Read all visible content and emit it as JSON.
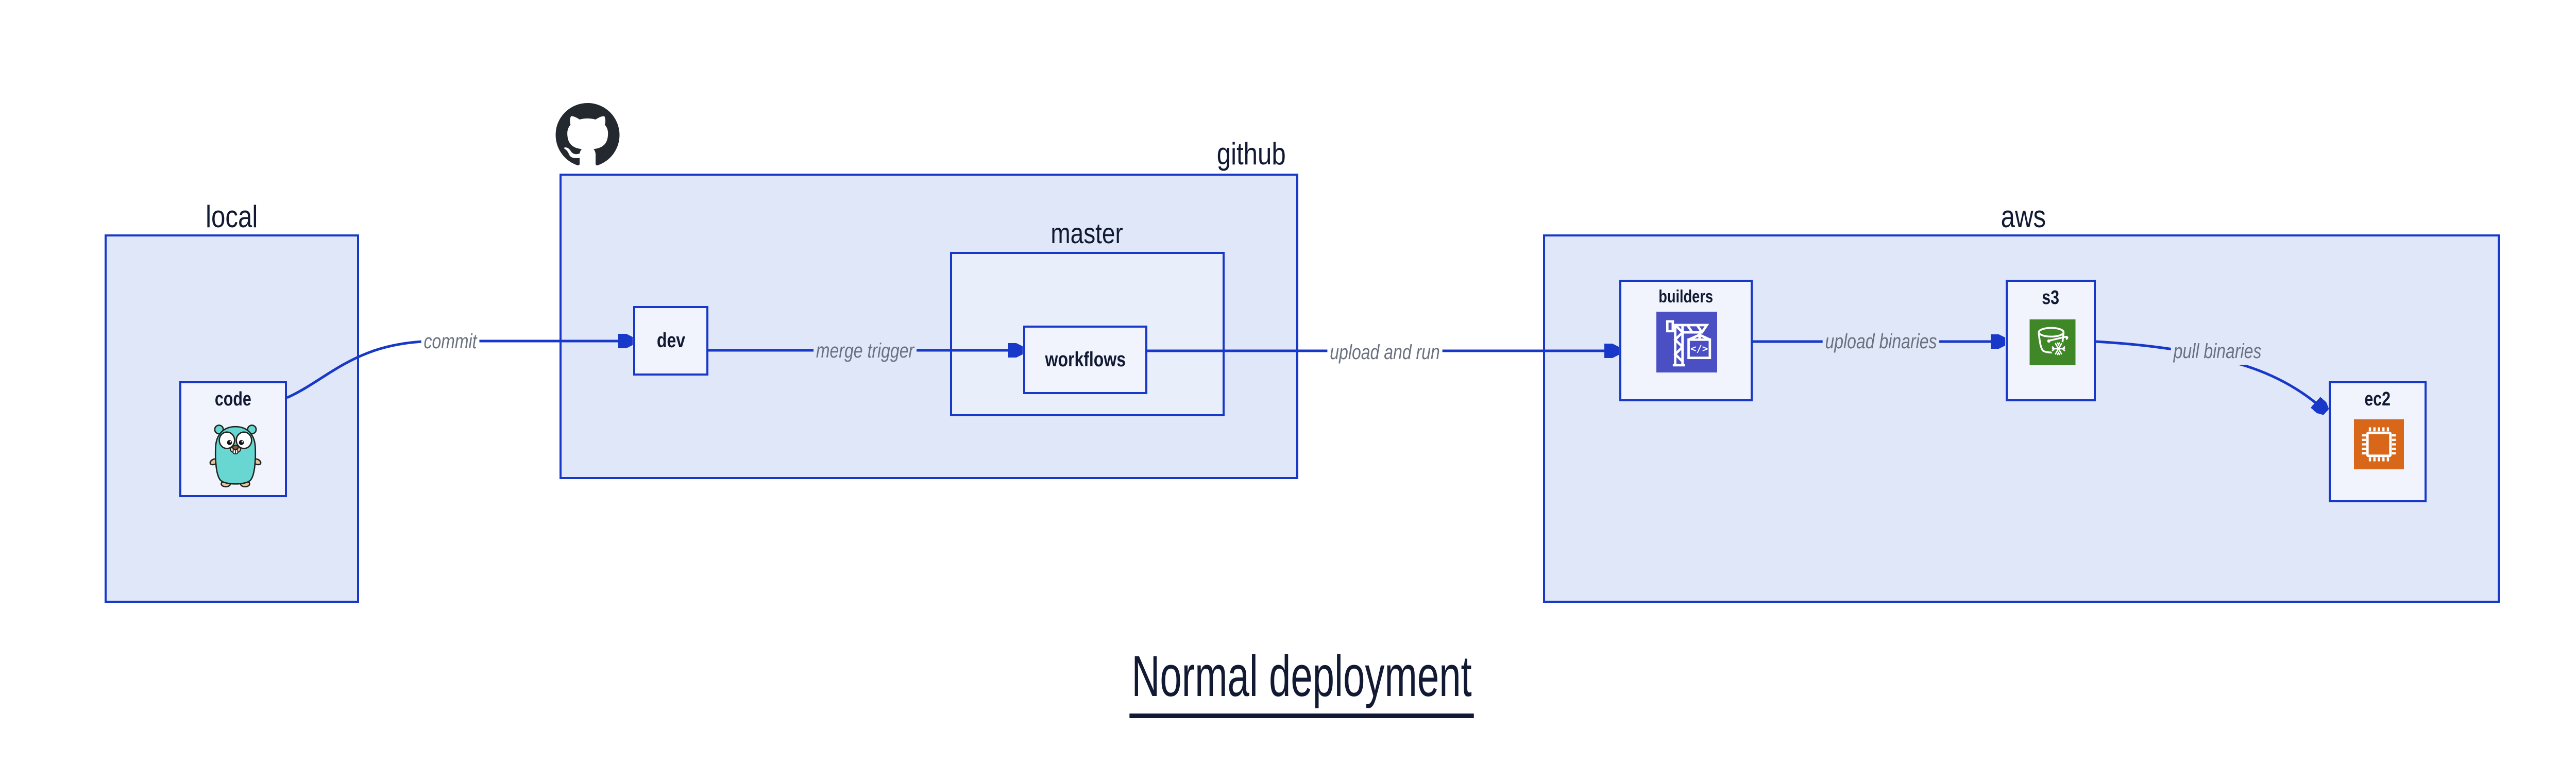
{
  "diagram": {
    "title": "Normal deployment",
    "groups": [
      {
        "id": "local",
        "label": "local"
      },
      {
        "id": "github",
        "label": "github"
      },
      {
        "id": "master",
        "label": "master"
      },
      {
        "id": "aws",
        "label": "aws"
      }
    ],
    "nodes": [
      {
        "id": "code",
        "label": "code",
        "icon": "go-gopher-icon"
      },
      {
        "id": "dev",
        "label": "dev"
      },
      {
        "id": "workflows",
        "label": "workflows"
      },
      {
        "id": "builders",
        "label": "builders",
        "icon": "aws-codebuild-crane-icon"
      },
      {
        "id": "s3",
        "label": "s3",
        "icon": "aws-s3-glacier-bucket-icon"
      },
      {
        "id": "ec2",
        "label": "ec2",
        "icon": "aws-ec2-chip-icon"
      }
    ],
    "edges": [
      {
        "from": "code",
        "to": "dev",
        "label": "commit"
      },
      {
        "from": "dev",
        "to": "workflows",
        "label": "merge trigger"
      },
      {
        "from": "workflows",
        "to": "builders",
        "label": "upload and run"
      },
      {
        "from": "builders",
        "to": "s3",
        "label": "upload binaries"
      },
      {
        "from": "s3",
        "to": "ec2",
        "label": "pull binaries"
      }
    ],
    "colors": {
      "border_and_arrows": "#1738c8",
      "group_fill": "#e0e7f9",
      "subgroup_fill": "#e9eefb",
      "node_fill": "#f1f4fc",
      "text_navy": "#121a33",
      "edge_label_gray": "#6a7280",
      "octocat_black": "#24292f",
      "codebuild_purple": "#4a4fc4",
      "s3_green": "#3f8727",
      "ec2_orange": "#d9671a",
      "gopher_teal": "#68d7d2"
    }
  }
}
